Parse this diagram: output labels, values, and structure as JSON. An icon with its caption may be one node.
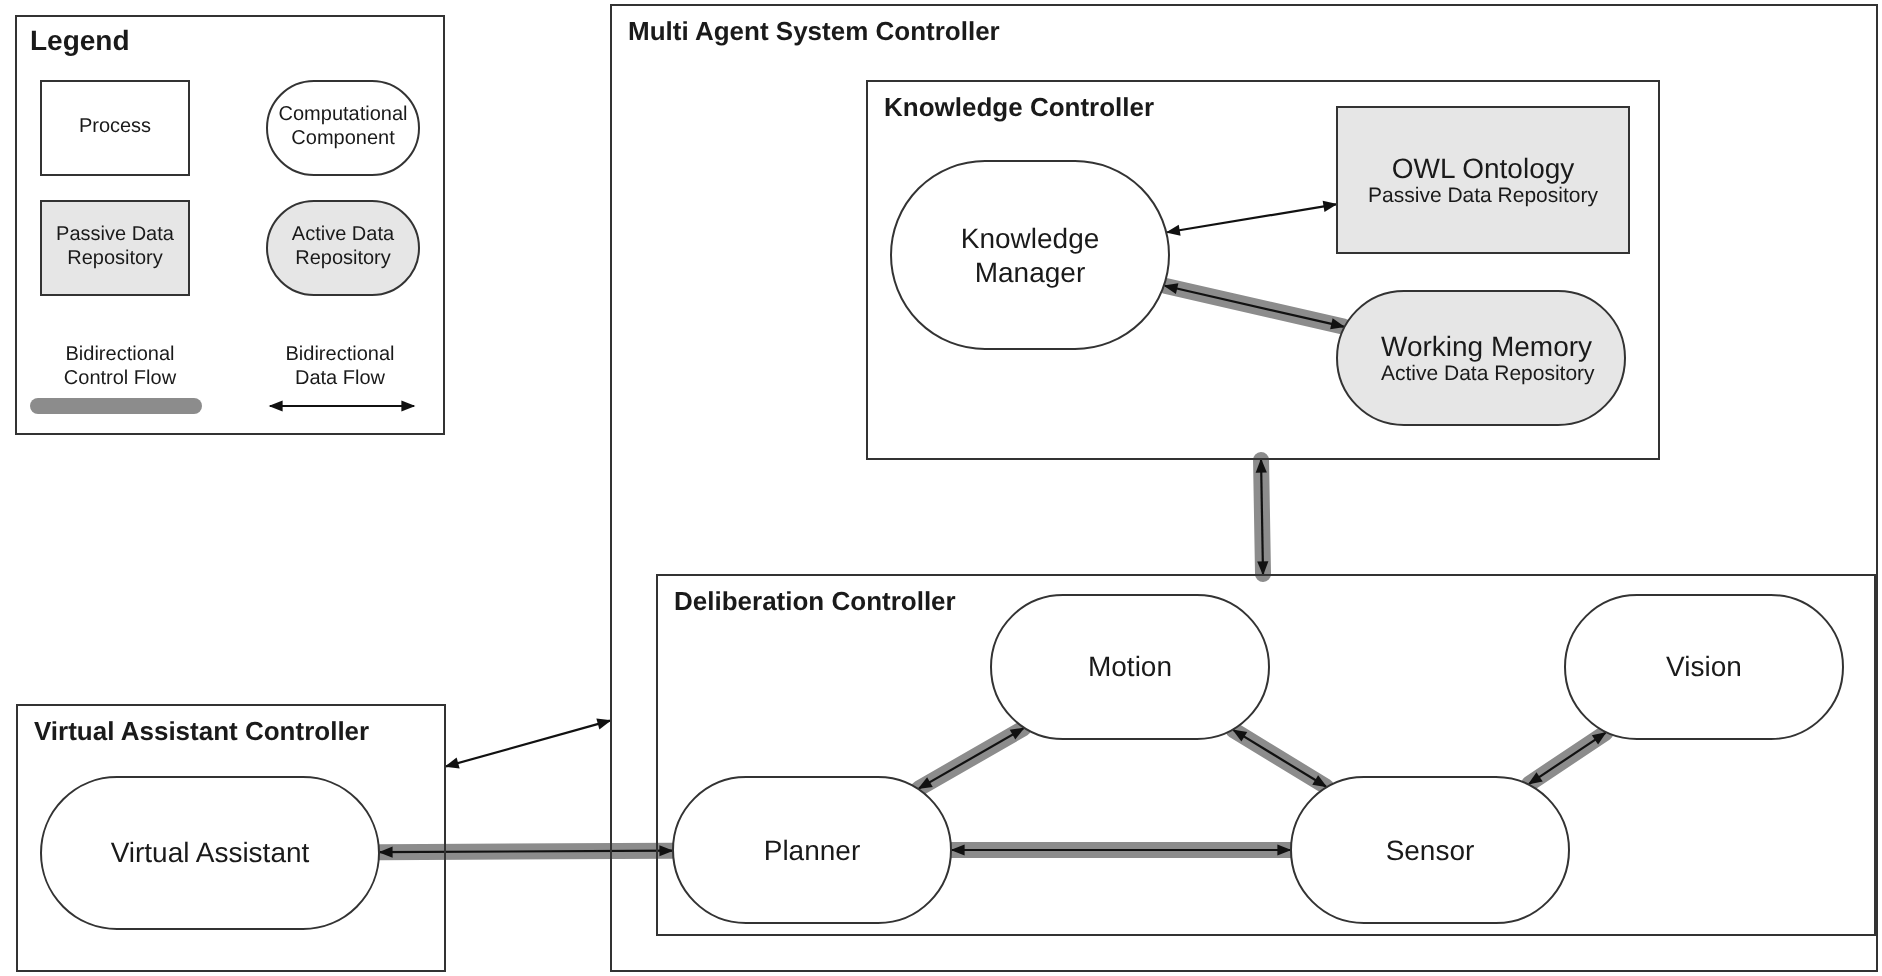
{
  "diagram": {
    "nodes": [
      {
        "text": [
          "Multi Agent System Controller"
        ]
      },
      {
        "text": [
          "Knowledge Controller"
        ],
        "in": 0
      },
      {
        "text": [
          "Knowledge Manager"
        ],
        "in": 1
      },
      {
        "text": [
          "OWL Ontology",
          "Passive Data Repository"
        ],
        "in": 1
      },
      {
        "text": [
          "Working Memory",
          "Active Data Repository"
        ],
        "in": 1
      },
      {
        "text": [
          "Deliberation Controller"
        ],
        "in": 0
      },
      {
        "text": [
          "Motion"
        ],
        "in": 5
      },
      {
        "text": [
          "Vision"
        ],
        "in": 5
      },
      {
        "text": [
          "Planner"
        ],
        "in": 5
      },
      {
        "text": [
          "Sensor"
        ],
        "in": 5
      },
      {
        "text": [
          "Virtual Assistant Controller"
        ]
      },
      {
        "text": [
          "Virtual Assistant"
        ],
        "in": 10
      }
    ],
    "edges": [
      {
        "from": 2,
        "to": 3,
        "arrow": "both",
        "color": "#111111"
      },
      {
        "from": 2,
        "to": 4,
        "arrow": "both"
      },
      {
        "from": 1,
        "to": 5,
        "arrow": "both"
      },
      {
        "from": 8,
        "to": 6,
        "arrow": "both"
      },
      {
        "from": 6,
        "to": 9,
        "arrow": "both"
      },
      {
        "from": 7,
        "to": 9,
        "arrow": "both"
      },
      {
        "from": 8,
        "to": 9,
        "arrow": "both"
      },
      {
        "from": 11,
        "to": 8,
        "arrow": "both"
      },
      {
        "from": 10,
        "to": 0,
        "arrow": "both",
        "color": "#111111"
      }
    ],
    "labels": [
      "Legend"
    ],
    "legend": [
      {
        "text": "Process"
      },
      {
        "text": "Computational Component"
      },
      {
        "text": "Passive Data Repository"
      },
      {
        "text": "Active Data Repository"
      },
      {
        "text": "Bidirectional Control Flow"
      },
      {
        "text": "Bidirectional Data Flow"
      }
    ]
  }
}
